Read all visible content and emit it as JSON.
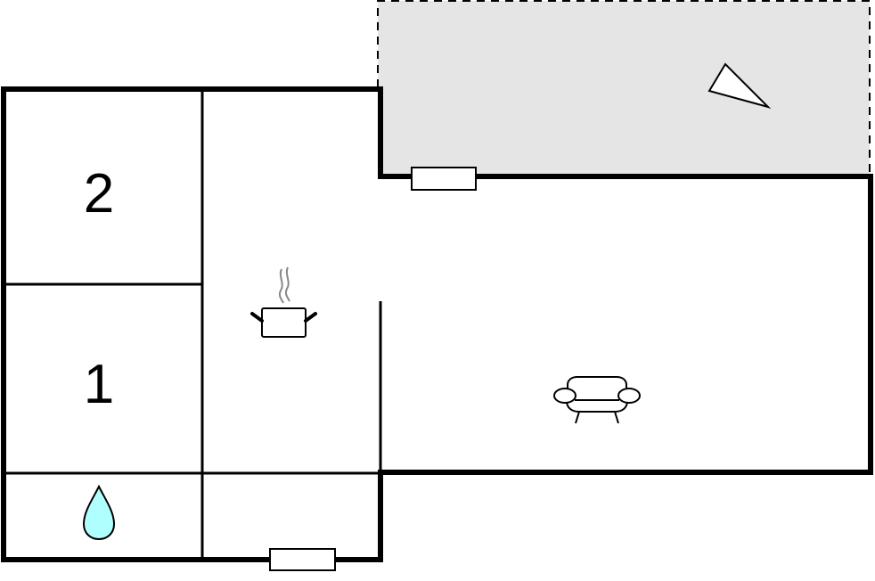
{
  "floorplan": {
    "rooms": [
      {
        "id": "bedroom-2",
        "label": "2"
      },
      {
        "id": "bedroom-1",
        "label": "1"
      },
      {
        "id": "bathroom",
        "icon": "water-drop-icon"
      },
      {
        "id": "kitchen",
        "icon": "cooking-pot-icon"
      },
      {
        "id": "living-room",
        "icon": "sofa-icon"
      },
      {
        "id": "terrace",
        "icon": "compass-arrow-icon"
      }
    ],
    "colors": {
      "wall": "#000000",
      "terrace_fill": "#e5e5e5",
      "water_drop": "#b0ffff",
      "steam": "#888888",
      "background": "#ffffff"
    }
  }
}
